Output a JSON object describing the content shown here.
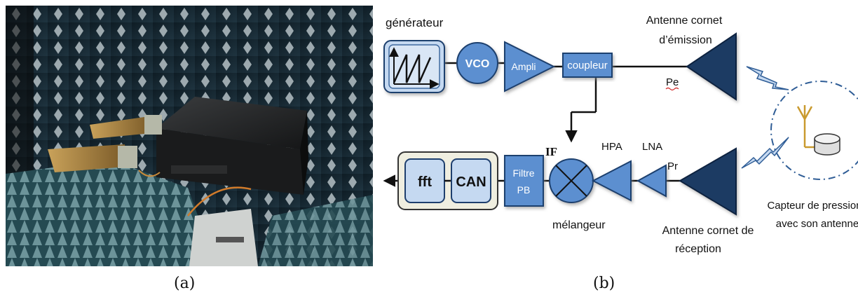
{
  "captions": {
    "a": "(a)",
    "b": "(b)"
  },
  "diagram": {
    "generateur": "générateur",
    "vco": "VCO",
    "ampli": "Ampli",
    "coupleur": "coupleur",
    "antenne_emission_line1": "Antenne cornet",
    "antenne_emission_line2": "d’émission",
    "pe": "Pe",
    "fft": "fft",
    "can": "CAN",
    "filtre_line1": "Filtre",
    "filtre_line2": "PB",
    "if": "IF",
    "hpa": "HPA",
    "lna": "LNA",
    "pr": "Pr",
    "melangeur": "mélangeur",
    "antenne_reception_line1": "Antenne cornet de",
    "antenne_reception_line2": "réception",
    "capteur_line1": "Capteur de pression",
    "capteur_line2": "avec son antenne"
  },
  "colors": {
    "block_fill": "#5b8fd0",
    "block_stroke": "#1e3f6e",
    "light_fill": "#c5d9f1",
    "horn_fill": "#1f3b63",
    "dash": "#2f5d96"
  }
}
